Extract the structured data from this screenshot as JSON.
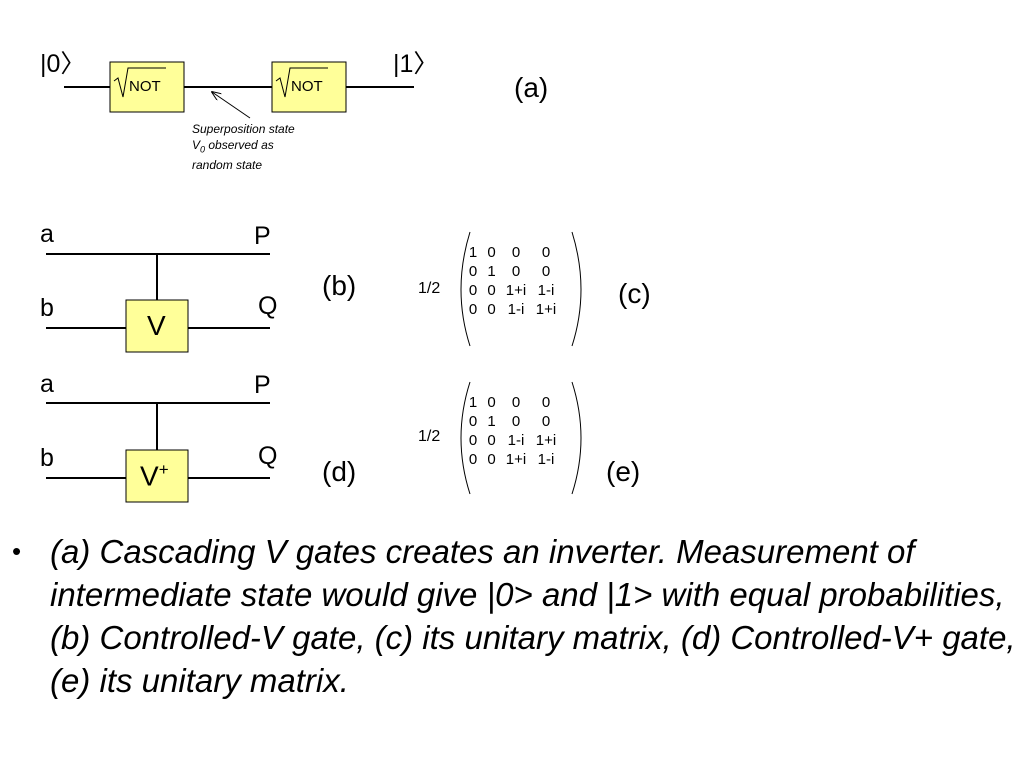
{
  "panel_a": {
    "input_state": "|0〉",
    "output_state": "|1〉",
    "gate1_label": "NOT",
    "gate2_label": "NOT",
    "annotation": [
      "Superposition state",
      "V",
      "0",
      " observed as",
      "random state"
    ],
    "tag": "(a)"
  },
  "panel_b": {
    "input_top": "a",
    "input_bottom": "b",
    "output_top": "P",
    "output_bottom": "Q",
    "gate_label": "V",
    "tag": "(b)"
  },
  "panel_c": {
    "scalar": "1/2",
    "rows": [
      [
        "1",
        "0",
        "0",
        "0"
      ],
      [
        "0",
        "1",
        "0",
        "0"
      ],
      [
        "0",
        "0",
        "1+i",
        "1-i"
      ],
      [
        "0",
        "0",
        "1-i",
        "1+i"
      ]
    ],
    "tag": "(c)"
  },
  "panel_d": {
    "input_top": "a",
    "input_bottom": "b",
    "output_top": "P",
    "output_bottom": "Q",
    "gate_label": "V",
    "gate_sup": "+",
    "tag": "(d)"
  },
  "panel_e": {
    "scalar": "1/2",
    "rows": [
      [
        "1",
        "0",
        "0",
        "0"
      ],
      [
        "0",
        "1",
        "0",
        "0"
      ],
      [
        "0",
        "0",
        "1-i",
        "1+i"
      ],
      [
        "0",
        "0",
        "1+i",
        "1-i"
      ]
    ],
    "tag": "(e)"
  },
  "caption": {
    "bullet": "•",
    "text": "(a) Cascading V gates creates an inverter. Measurement of intermediate state would give  |0> and |1> with equal probabilities, (b) Controlled-V  gate, (c) its unitary matrix, (d) Controlled-V+ gate, (e) its unitary matrix."
  }
}
